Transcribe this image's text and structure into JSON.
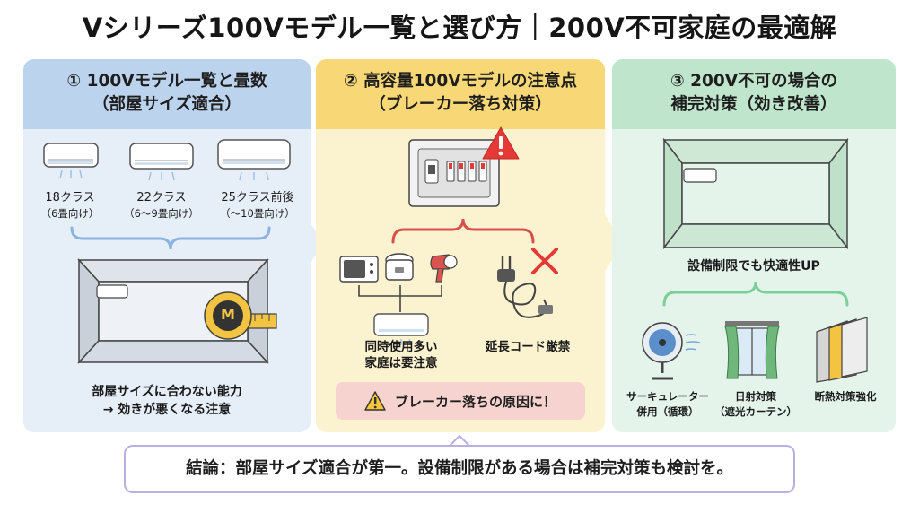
{
  "title": "Vシリーズ100Vモデル一覧と選び方｜200V不可家庭の最適解",
  "panel1": {
    "heading_line1": "① 100Vモデル一覧と畳数",
    "heading_line2": "（部屋サイズ適合）",
    "models": [
      {
        "name": "18クラス",
        "rooms": "（6畳向け）"
      },
      {
        "name": "22クラス",
        "rooms": "（6〜9畳向け）"
      },
      {
        "name": "25クラス前後",
        "rooms": "（〜10畳向け）"
      }
    ],
    "measure_mark": "M",
    "note_line1": "部屋サイズに合わない能力",
    "note_line2": "→ 効きが悪くなる注意"
  },
  "panel2": {
    "heading_line1": "② 高容量100Vモデルの注意点",
    "heading_line2": "（ブレーカー落ち対策）",
    "simultaneous_line1": "同時使用多い",
    "simultaneous_line2": "家庭は要注意",
    "extension_label": "延長コード厳禁",
    "warning_text": "ブレーカー落ちの原因に！"
  },
  "panel3": {
    "heading_line1": "③ 200V不可の場合の",
    "heading_line2": "補完対策（効き改善）",
    "subtitle": "設備制限でも快適性UP",
    "items": [
      {
        "line1": "サーキュレーター",
        "line2": "併用（循環）"
      },
      {
        "line1": "日射対策",
        "line2": "（遮光カーテン）"
      },
      {
        "line1": "断熱対策強化",
        "line2": ""
      }
    ]
  },
  "conclusion": "結論：部屋サイズ適合が第一。設備制限がある場合は補完対策も検討を。",
  "colors": {
    "panel1_bg": "#e6eef8",
    "panel1_head": "#bcd3ee",
    "panel2_bg": "#fbf2d0",
    "panel2_head": "#f7d776",
    "panel3_bg": "#e4f4ea",
    "panel3_head": "#bfe6cc",
    "warning_red": "#e53935",
    "bracket_blue": "#8bb3e0",
    "bracket_red": "#d9504a",
    "bracket_green": "#7ccf95",
    "conclusion_border": "#bcaee0"
  }
}
